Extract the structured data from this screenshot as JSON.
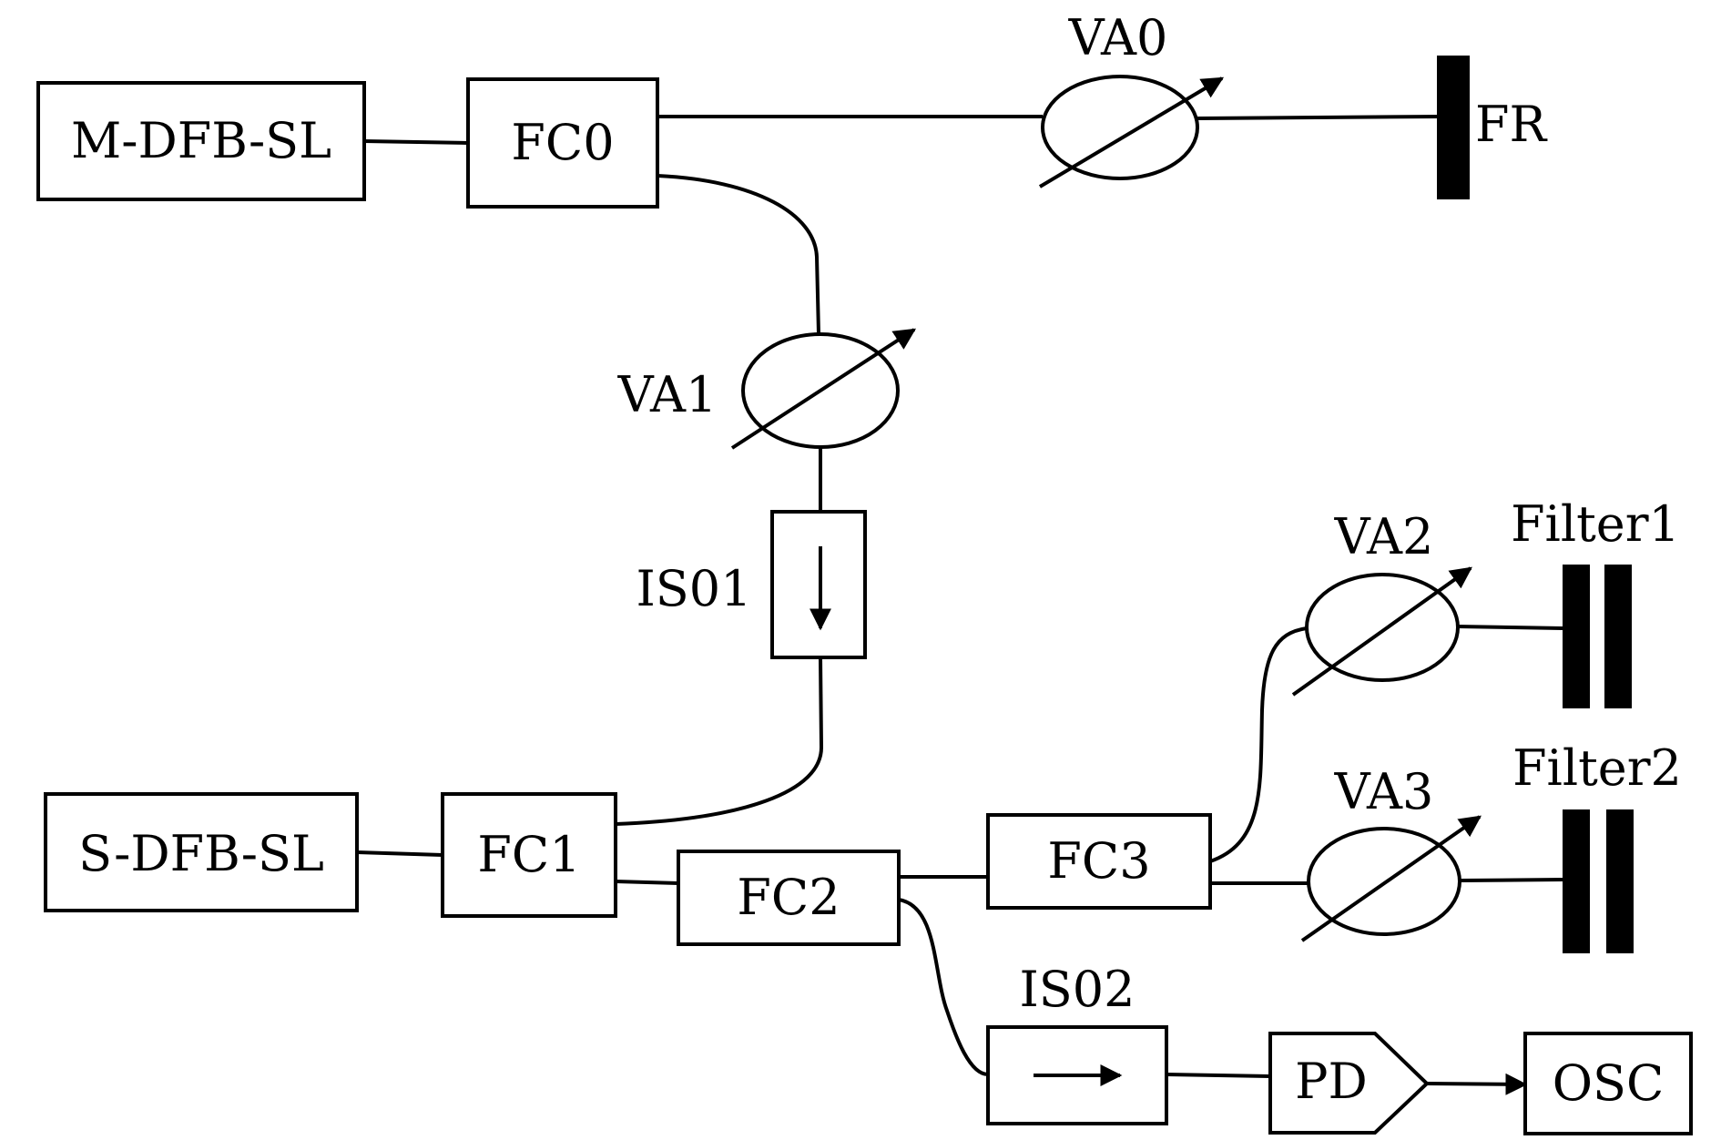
{
  "diagram": {
    "components": {
      "m_dfb_sl": "M-DFB-SL",
      "s_dfb_sl": "S-DFB-SL",
      "fc0": "FC0",
      "fc1": "FC1",
      "fc2": "FC2",
      "fc3": "FC3",
      "va0": "VA0",
      "va1": "VA1",
      "va2": "VA2",
      "va3": "VA3",
      "fr": "FR",
      "is01": "IS01",
      "is02": "IS02",
      "filter1": "Filter1",
      "filter2": "Filter2",
      "pd": "PD",
      "osc": "OSC"
    }
  }
}
